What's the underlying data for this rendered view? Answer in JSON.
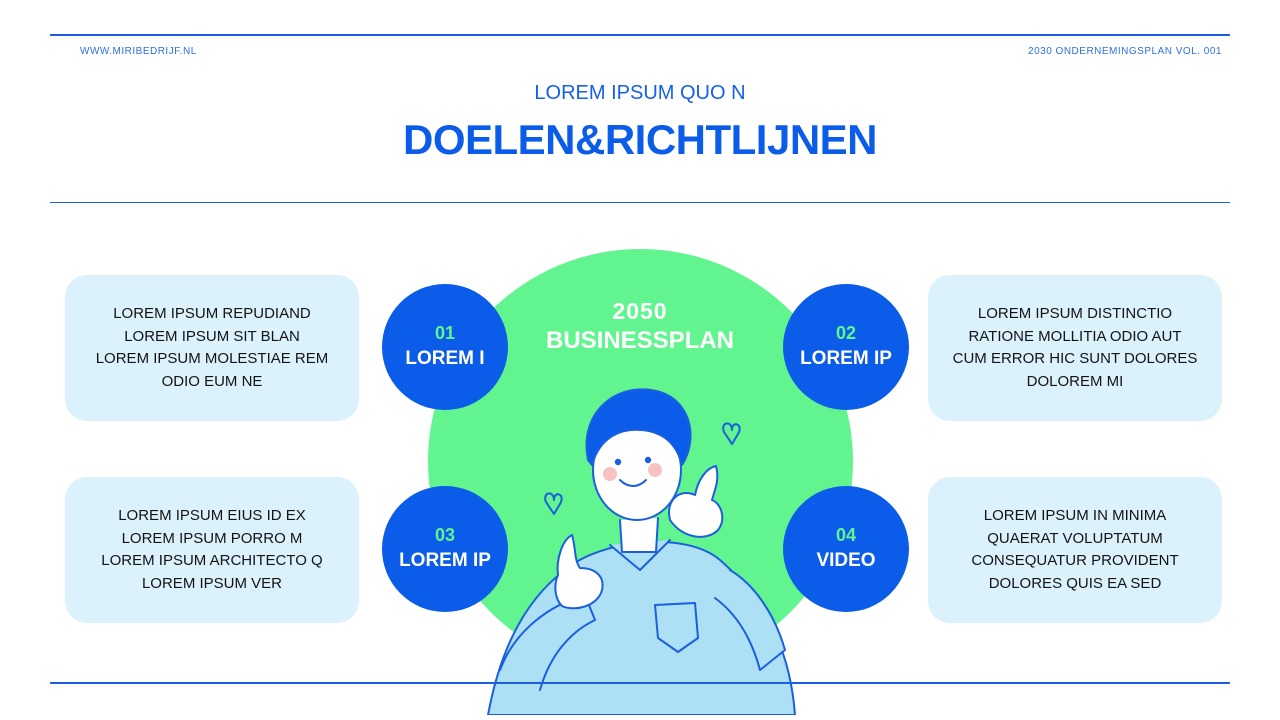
{
  "header": {
    "website": "WWW.MIRIBEDRIJF.NL",
    "doc_info": "2030 ONDERNEMINGSPLAN VOL. 001",
    "subtitle": "LOREM IPSUM QUO N",
    "title": "DOELEN&RICHTLIJNEN"
  },
  "center": {
    "year": "2050",
    "name": "BUSINESSPLAN"
  },
  "items": [
    {
      "number": "01",
      "label": "LOREM I",
      "text": [
        "LOREM IPSUM REPUDIAND",
        "LOREM IPSUM SIT BLAN",
        "LOREM IPSUM MOLESTIAE REM",
        "ODIO EUM NE"
      ]
    },
    {
      "number": "02",
      "label": "LOREM IP",
      "text": [
        "LOREM IPSUM DISTINCTIO",
        "RATIONE MOLLITIA ODIO AUT",
        "CUM ERROR HIC SUNT DOLORES",
        "DOLOREM MI"
      ]
    },
    {
      "number": "03",
      "label": "LOREM IP",
      "text": [
        "LOREM IPSUM EIUS ID EX",
        "LOREM IPSUM PORRO M",
        "LOREM IPSUM ARCHITECTO Q",
        "LOREM IPSUM VER"
      ]
    },
    {
      "number": "04",
      "label": "VIDEO",
      "text": [
        "LOREM IPSUM IN MINIMA",
        "QUAERAT VOLUPTATUM",
        "CONSEQUATUR PROVIDENT",
        "DOLORES QUIS EA SED"
      ]
    }
  ],
  "colors": {
    "accent": "#0b5ce8",
    "green": "#62f58f",
    "card": "#dbf1fb"
  },
  "illustration": "thumbs-up-person-icon"
}
